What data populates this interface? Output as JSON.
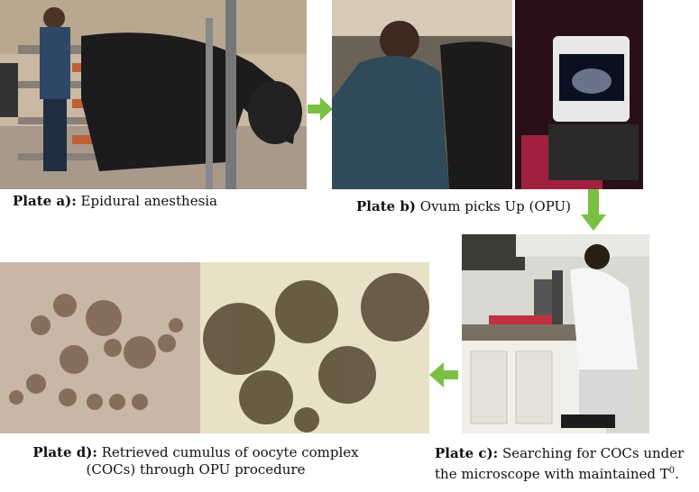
{
  "plate_a": {
    "label": "Plate a):",
    "text": "Epidural anesthesia"
  },
  "plate_b": {
    "label": "Plate b)",
    "text": "Ovum picks Up (OPU)"
  },
  "plate_c": {
    "label": "Plate c):",
    "text_line1": "Searching for COCs under",
    "text_line2": "the microscope with maintained T",
    "superscript": "0",
    "text_end": "."
  },
  "plate_d": {
    "label": "Plate d):",
    "text_line1": "Retrieved cumulus of oocyte complex",
    "text_line2": "(COCs) through OPU procedure"
  },
  "colors": {
    "arrow": "#7cc043",
    "background": "#ffffff"
  }
}
